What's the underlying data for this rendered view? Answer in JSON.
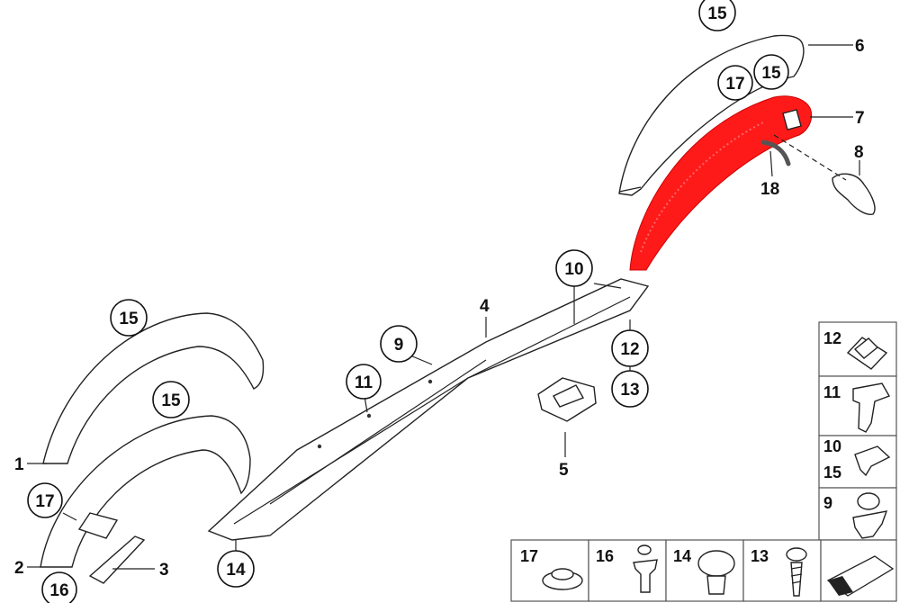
{
  "colors": {
    "highlight": "#ff0000",
    "line": "#222222",
    "box_border": "#555555"
  },
  "callouts": {
    "c15a": "15",
    "c15b": "15",
    "c15c": "15",
    "c15d": "15",
    "c17a": "17",
    "c17b": "17",
    "c16": "16",
    "c10": "10",
    "c11": "11",
    "c12": "12",
    "c13": "13",
    "c9": "9",
    "c14": "14"
  },
  "labels": {
    "l1": "1",
    "l2": "2",
    "l3": "3",
    "l4": "4",
    "l5": "5",
    "l6": "6",
    "l7": "7",
    "l8": "8",
    "l18": "18"
  },
  "legend_right": {
    "b12": "12",
    "b11": "11",
    "b10": "10",
    "b15": "15",
    "b9": "9"
  },
  "legend_bottom": {
    "b17": "17",
    "b16": "16",
    "b14": "14",
    "b13": "13"
  }
}
